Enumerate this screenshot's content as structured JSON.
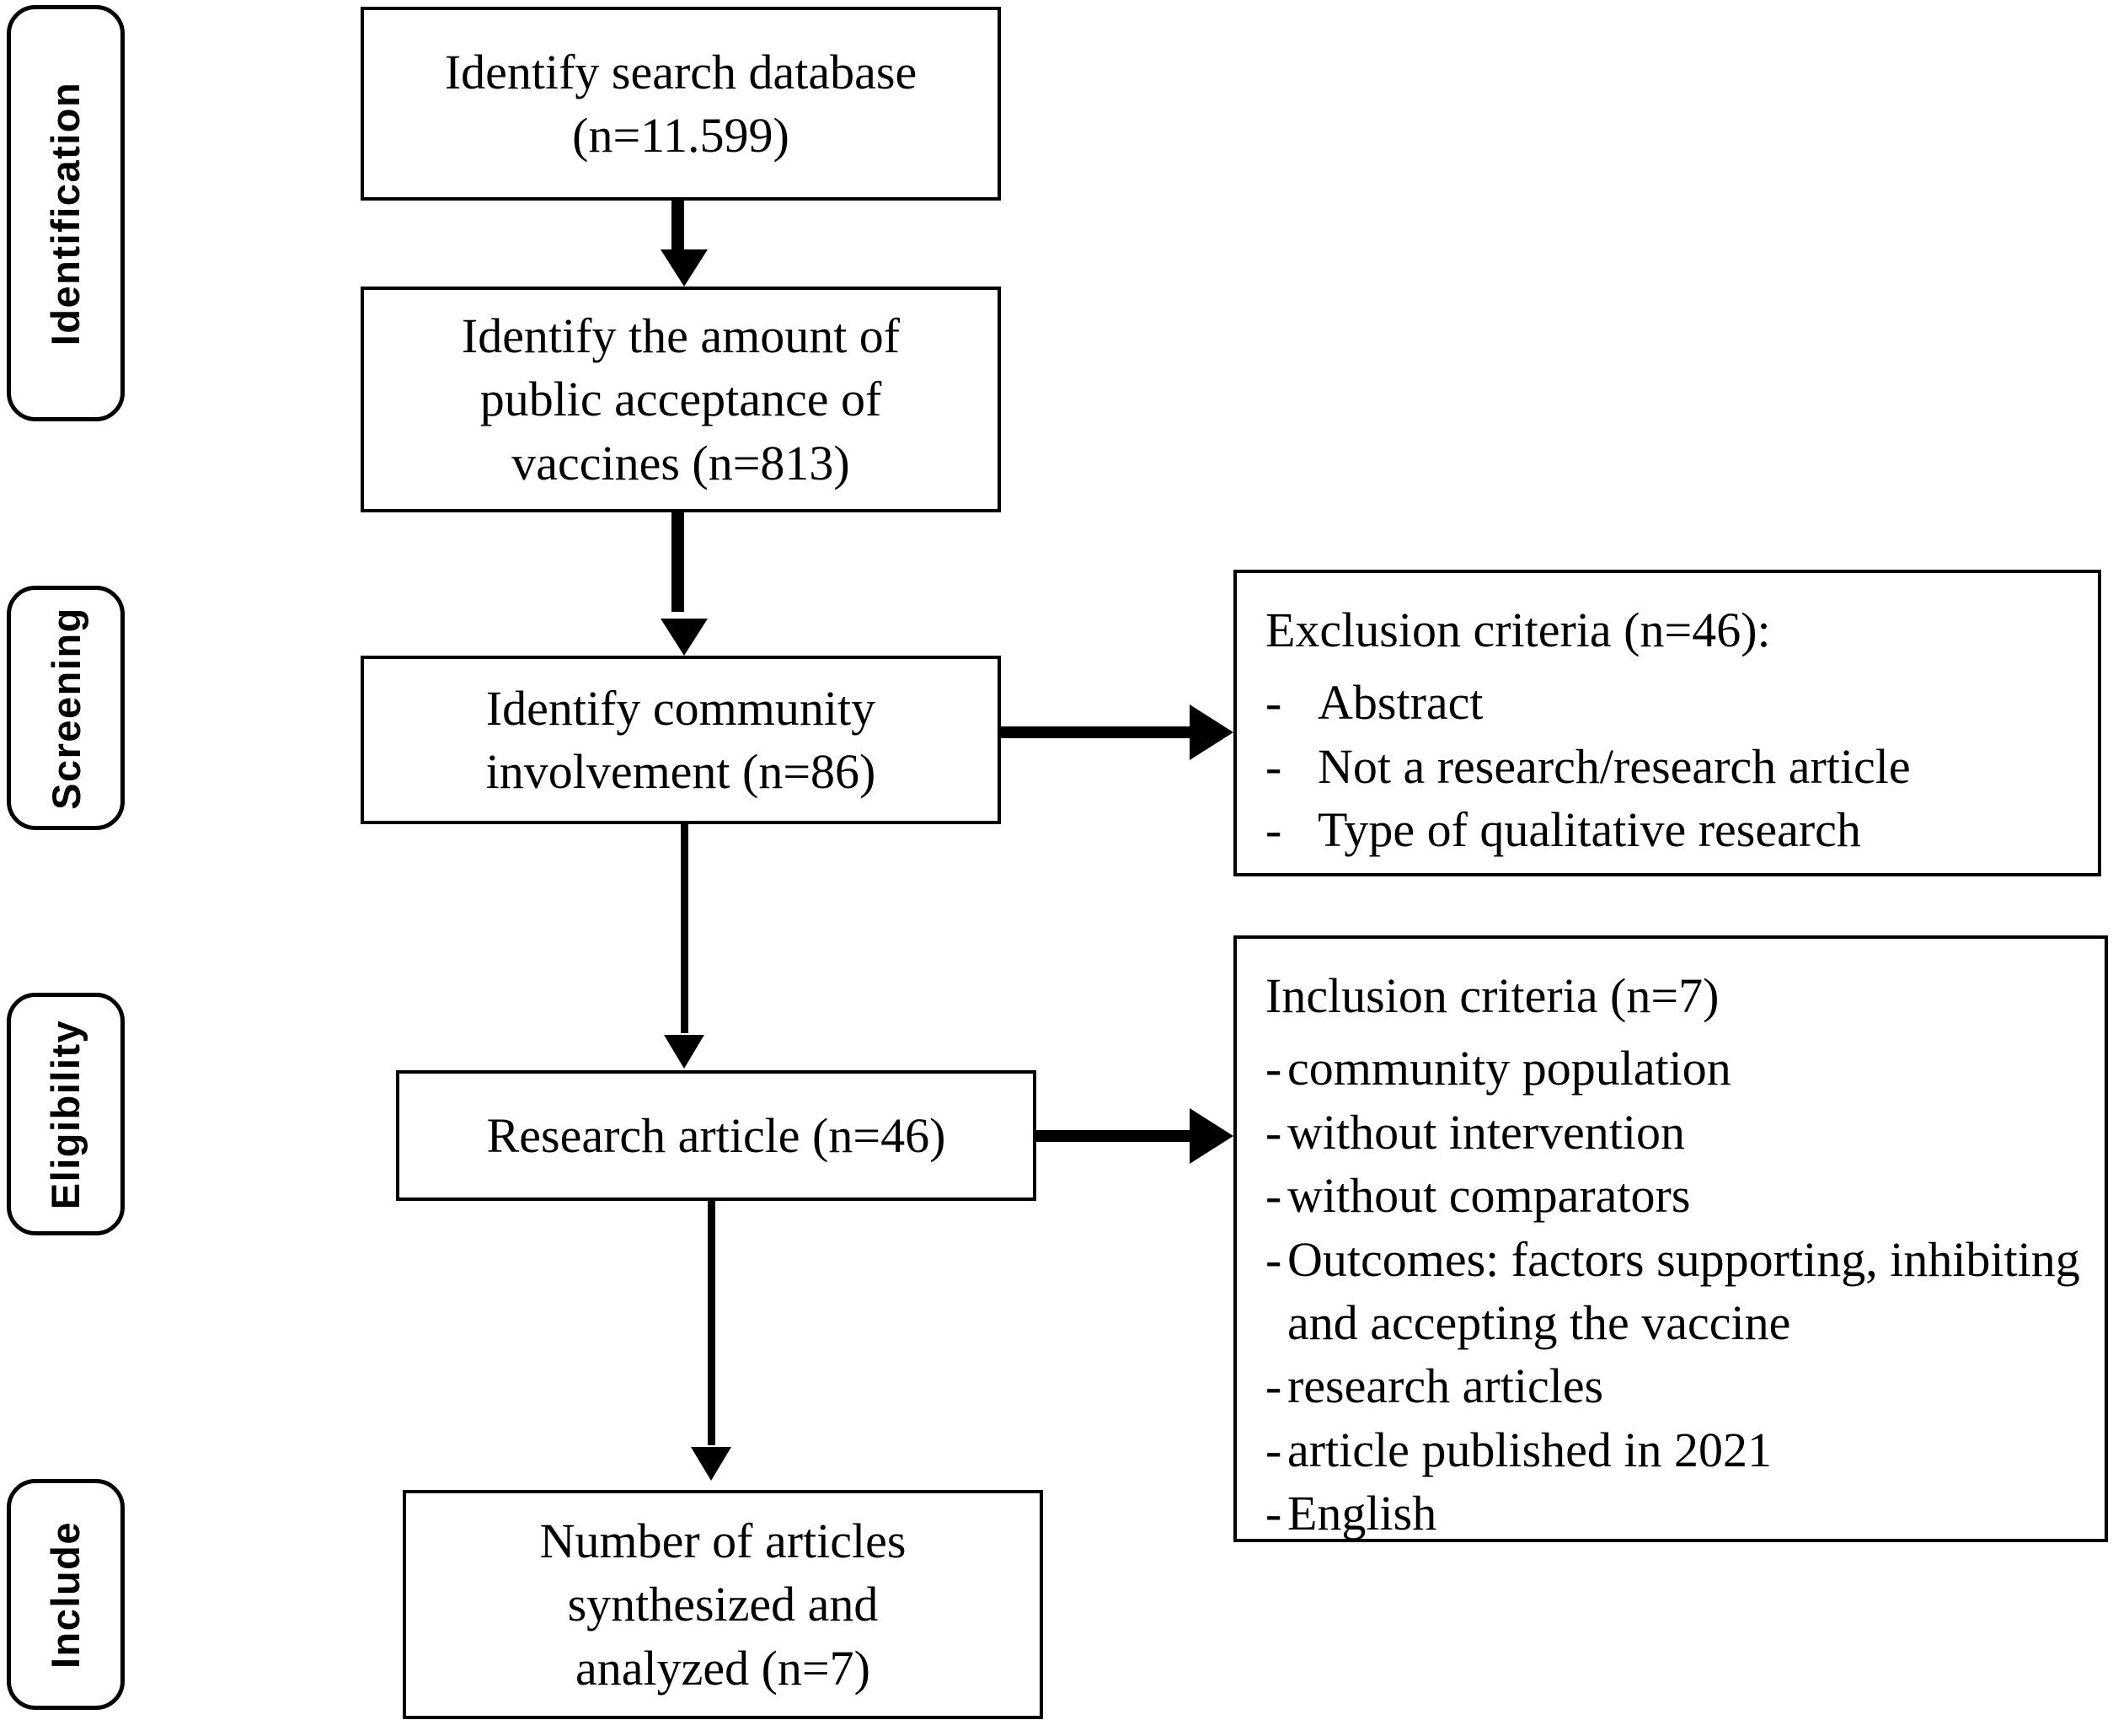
{
  "diagram": {
    "type": "prisma-flow-diagram",
    "stages": [
      {
        "id": "identification",
        "label": "Identification"
      },
      {
        "id": "screening",
        "label": "Screening"
      },
      {
        "id": "eligibility",
        "label": "Eligibility"
      },
      {
        "id": "include",
        "label": "Include"
      }
    ],
    "flow_boxes": [
      {
        "id": "identify-search-database",
        "text": "Identify search database\n(n=11.599)",
        "n": "11.599"
      },
      {
        "id": "identify-public-acceptance",
        "text": "Identify the amount of\npublic acceptance of\nvaccines (n=813)",
        "n": "813"
      },
      {
        "id": "identify-community-involvement",
        "text": "Identify community\ninvolvement (n=86)",
        "n": "86"
      },
      {
        "id": "research-article",
        "text": "Research article (n=46)",
        "n": "46"
      },
      {
        "id": "number-of-articles",
        "text": "Number of articles\nsynthesized and\nanalyzed (n=7)",
        "n": "7"
      }
    ],
    "criteria_boxes": [
      {
        "id": "exclusion-criteria",
        "title": "Exclusion criteria (n=46):",
        "n": "46",
        "dash": "-",
        "items": [
          "Abstract",
          "Not a research/research article",
          "Type of qualitative research"
        ]
      },
      {
        "id": "inclusion-criteria",
        "title": "Inclusion criteria (n=7)",
        "n": "7",
        "dash": "-",
        "items": [
          "community population",
          "without intervention",
          "without comparators",
          "Outcomes: factors supporting, inhibiting and accepting the vaccine",
          "research articles",
          "article published in 2021",
          "English"
        ]
      }
    ],
    "connectors": [
      {
        "id": "arrow-db-to-acceptance",
        "direction": "down"
      },
      {
        "id": "arrow-acceptance-to-community",
        "direction": "down"
      },
      {
        "id": "arrow-community-to-exclusion",
        "direction": "right"
      },
      {
        "id": "arrow-community-to-research",
        "direction": "down"
      },
      {
        "id": "arrow-research-to-inclusion",
        "direction": "right"
      },
      {
        "id": "arrow-research-to-number",
        "direction": "down"
      }
    ],
    "colors": {
      "stroke": "#000000",
      "background": "#ffffff",
      "text": "#000000"
    }
  }
}
